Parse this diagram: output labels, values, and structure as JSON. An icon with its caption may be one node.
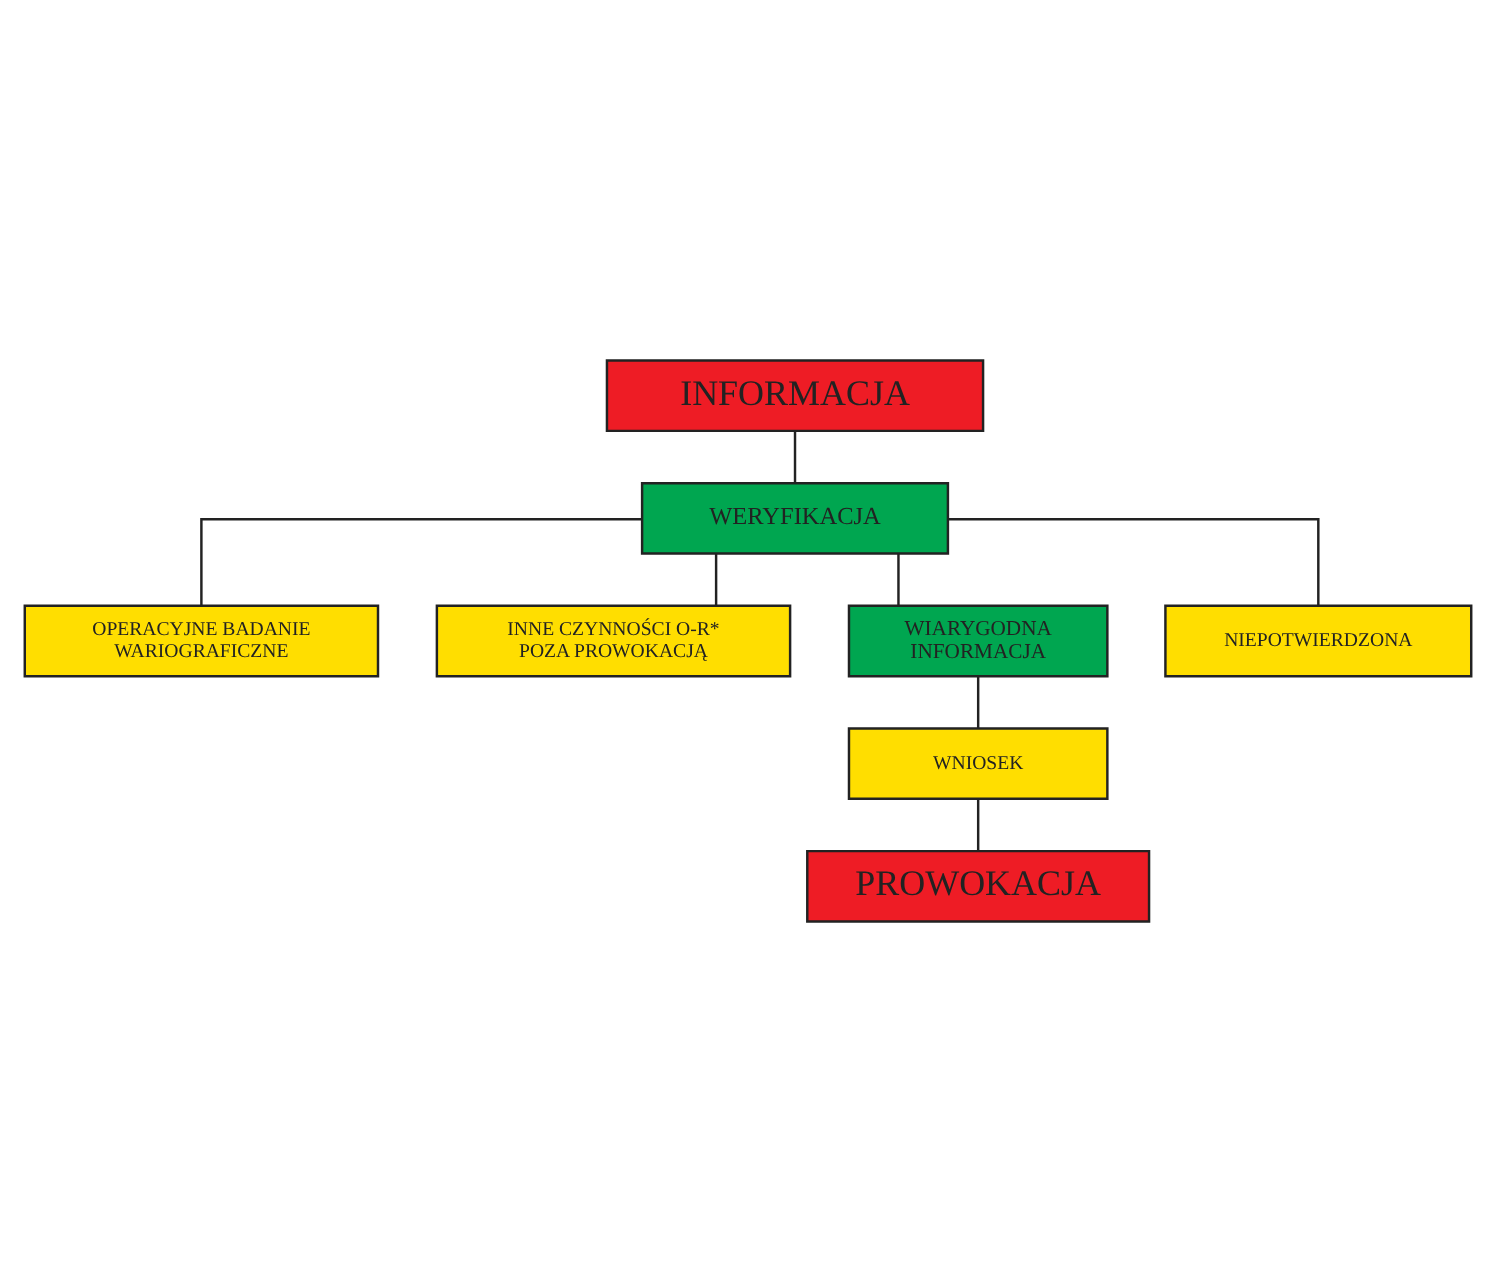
{
  "diagram": {
    "nodes": [
      {
        "text": [
          "INFORMACJA"
        ]
      },
      {
        "text": [
          "WERYFIKACJA"
        ]
      },
      {
        "text": [
          "OPERACYJNE BADANIE WARIOGRAFICZNE"
        ]
      },
      {
        "text": [
          "INNE CZYNNOŚCI O-R* POZA PROWOKACJĄ"
        ]
      },
      {
        "text": [
          "WIARYGODNA INFORMACJA"
        ]
      },
      {
        "text": [
          "NIEPOTWIERDZONA"
        ]
      },
      {
        "text": [
          "WNIOSEK"
        ]
      },
      {
        "text": [
          "PROWOKACJA"
        ]
      }
    ],
    "edges": [
      {
        "from": 0,
        "to": 1,
        "arrow": "none"
      },
      {
        "from": 1,
        "to": 2,
        "arrow": "none"
      },
      {
        "from": 1,
        "to": 3,
        "arrow": "none"
      },
      {
        "from": 1,
        "to": 4,
        "arrow": "none"
      },
      {
        "from": 1,
        "to": 5,
        "arrow": "none"
      },
      {
        "from": 4,
        "to": 6,
        "arrow": "none"
      },
      {
        "from": 6,
        "to": 7,
        "arrow": "none"
      }
    ]
  }
}
